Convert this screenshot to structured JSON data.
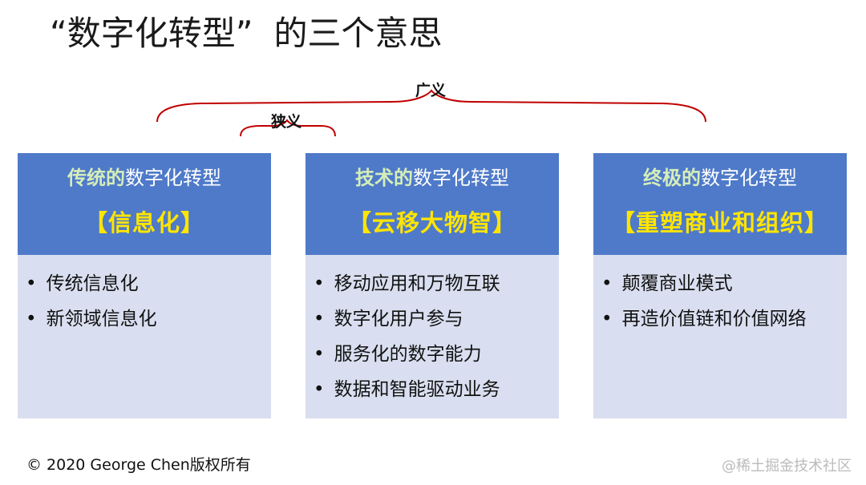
{
  "title": {
    "quoted": "“数字化转型”",
    "rest": "的三个意思"
  },
  "brackets": {
    "wide_label": "广义",
    "narrow_label": "狭义"
  },
  "colors": {
    "accent": "#4f7ac9",
    "card_body": "#d9dff0",
    "headline": "#ffe500",
    "bracket": "#c00000"
  },
  "cards": [
    {
      "prefix": "传统的",
      "suffix": "数字化转型",
      "headline": "【信息化】",
      "items": [
        "传统信息化",
        "新领域信息化"
      ]
    },
    {
      "prefix": "技术的",
      "suffix": "数字化转型",
      "headline": "【云移大物智】",
      "items": [
        "移动应用和万物互联",
        "数字化用户参与",
        "服务化的数字能力",
        "数据和智能驱动业务"
      ]
    },
    {
      "prefix": "终极的",
      "suffix": "数字化转型",
      "headline": "【重塑商业和组织】",
      "items": [
        "颠覆商业模式",
        "再造价值链和价值网络"
      ]
    }
  ],
  "footer": {
    "copyright": "© 2020 George Chen版权所有",
    "watermark": "@稀土掘金技术社区"
  }
}
